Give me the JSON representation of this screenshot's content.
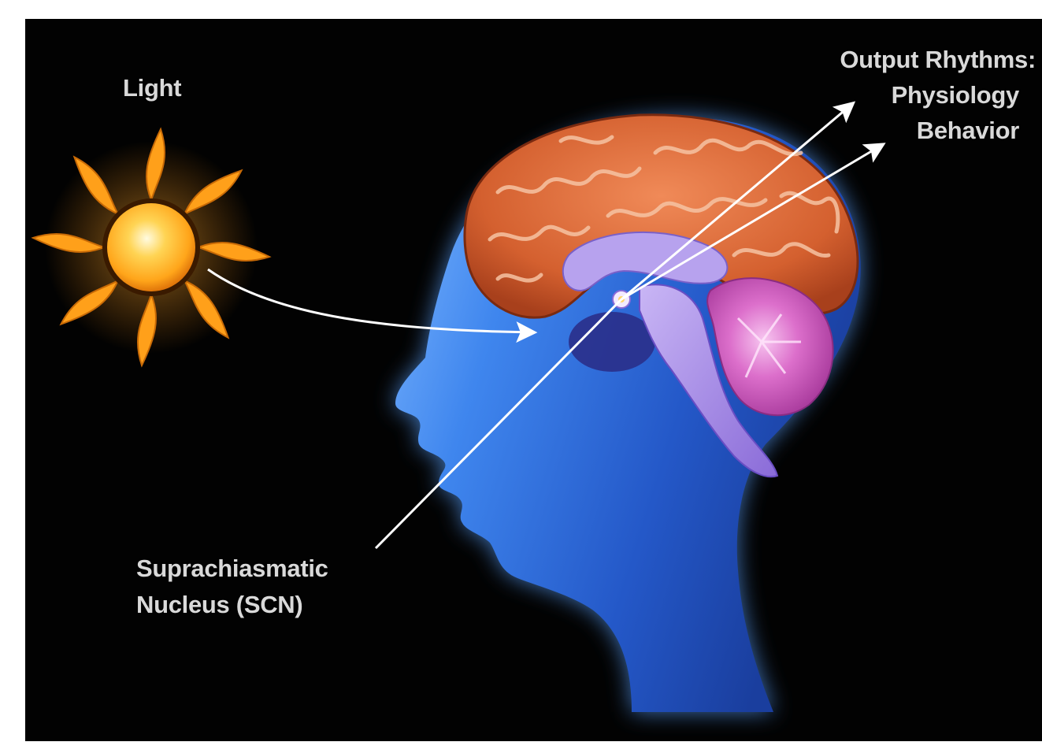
{
  "labels": {
    "light": "Light",
    "output_heading": "Output Rhythms:",
    "output_physiology": "Physiology",
    "output_behavior": "Behavior",
    "scn_line1": "Suprachiasmatic",
    "scn_line2": "Nucleus (SCN)"
  },
  "colors": {
    "background": "#020202",
    "head": "#2f6fe0",
    "head_glow": "#8fc6ff",
    "cerebrum": "#d9683a",
    "cerebellum": "#d85fc0",
    "brainstem": "#a98ee6",
    "sun_core": "#ffb21f",
    "sun_rays": "#ff9e14",
    "arrows": "#ffffff",
    "text": "#d9d9d9"
  },
  "icons": {
    "sun": "sun-icon",
    "scn": "scn-marker-icon"
  }
}
